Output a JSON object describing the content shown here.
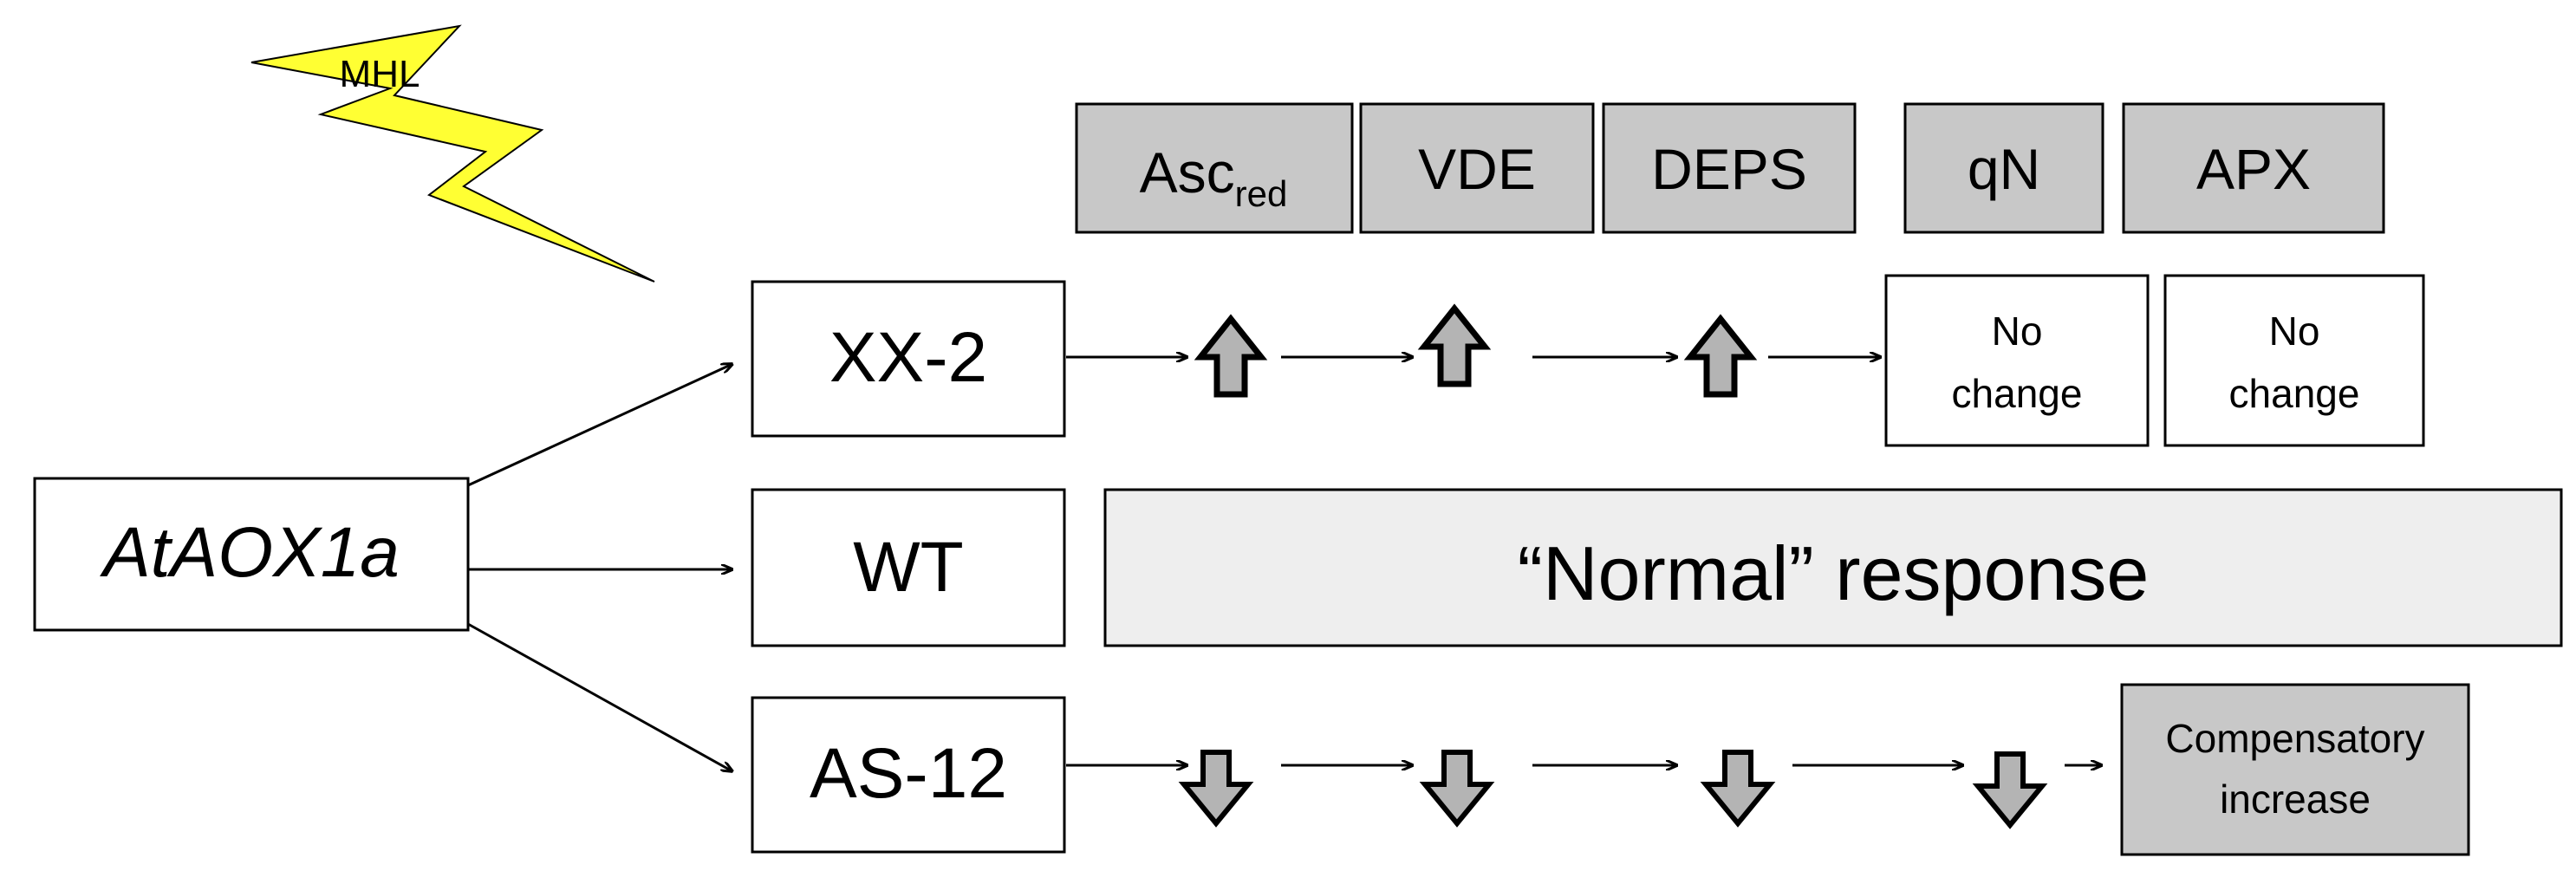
{
  "stimulus": {
    "label": "MHL",
    "color": "#ffff33"
  },
  "source": {
    "label": "AtAOX1a"
  },
  "lines": [
    {
      "id": "xx2",
      "label": "XX-2"
    },
    {
      "id": "wt",
      "label": "WT"
    },
    {
      "id": "as12",
      "label": "AS-12"
    }
  ],
  "parameters": [
    {
      "id": "asc",
      "base": "Asc",
      "sub": "red"
    },
    {
      "id": "vde",
      "label": "VDE"
    },
    {
      "id": "deps",
      "label": "DEPS"
    },
    {
      "id": "qn",
      "label": "qN"
    },
    {
      "id": "apx",
      "label": "APX"
    }
  ],
  "xx2_results": {
    "qn": [
      "No",
      "change"
    ],
    "apx": [
      "No",
      "change"
    ]
  },
  "wt_result": "“Normal” response",
  "as12_result": [
    "Compensatory",
    "increase"
  ],
  "colors": {
    "header_fill": "#c8c8c8",
    "normal_fill": "#eeeeee",
    "compensatory_fill": "#c8c8c8",
    "arrow_fill": "#b4b4b4"
  }
}
